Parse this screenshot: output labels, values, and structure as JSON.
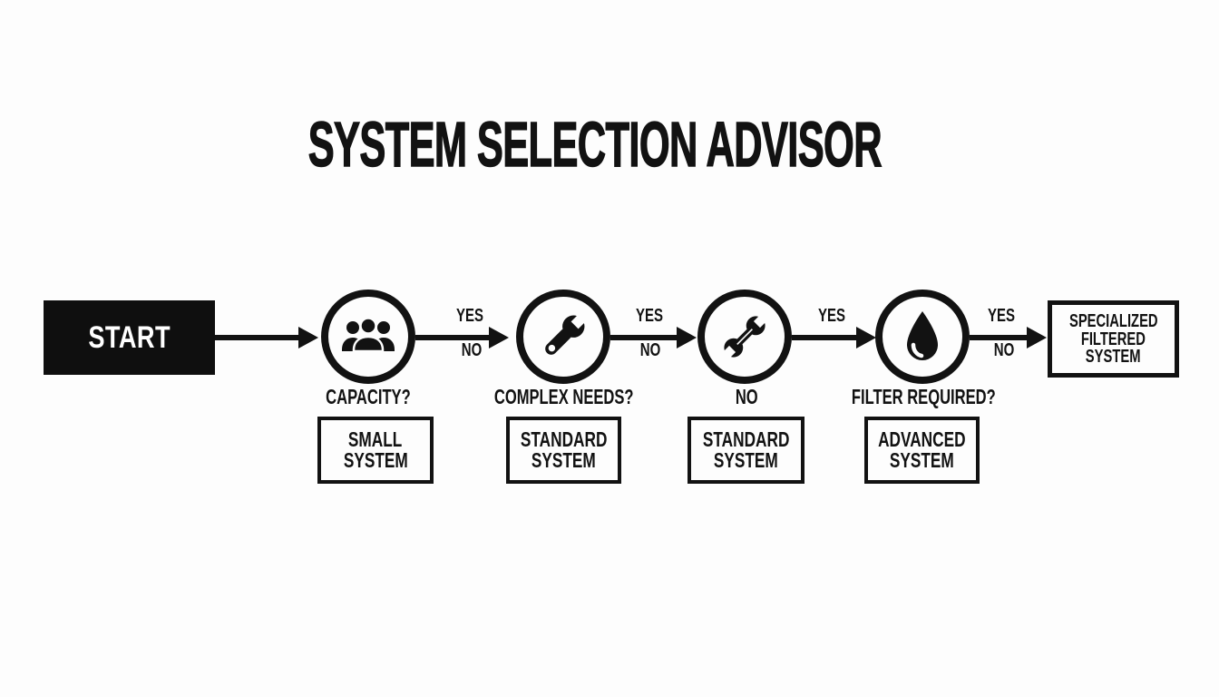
{
  "title": "SYSTEM SELECTION ADVISOR",
  "colors": {
    "ink": "#121212",
    "background": "#fdfdfd",
    "start_fill": "#0f0f0f",
    "start_text": "#ffffff"
  },
  "start": {
    "label": "START"
  },
  "decisions": [
    {
      "icon": "users-group-icon",
      "caption": "CAPACITY?"
    },
    {
      "icon": "wrench-icon",
      "caption": "COMPLEX NEEDS?"
    },
    {
      "icon": "double-wrench-icon",
      "caption": "NO"
    },
    {
      "icon": "water-drop-icon",
      "caption": "FILTER REQUIRED?"
    }
  ],
  "edge_labels": [
    {
      "yes": "YES",
      "no": "NO"
    },
    {
      "yes": "YES",
      "no": "NO"
    },
    {
      "yes": "YES"
    },
    {
      "yes": "YES",
      "no": "NO"
    }
  ],
  "outcomes": [
    {
      "line1": "SMALL",
      "line2": "SYSTEM"
    },
    {
      "line1": "STANDARD",
      "line2": "SYSTEM"
    },
    {
      "line1": "STANDARD",
      "line2": "SYSTEM"
    },
    {
      "line1": "ADVANCED",
      "line2": "SYSTEM"
    }
  ],
  "end": {
    "line1": "SPECIALIZED",
    "line2": "FILTERED",
    "line3": "SYSTEM"
  }
}
